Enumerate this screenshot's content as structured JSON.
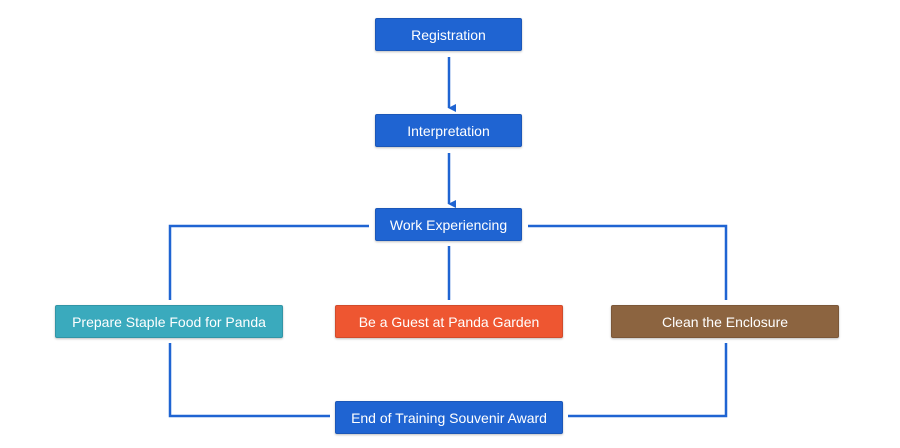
{
  "nodes": {
    "registration": {
      "label": "Registration",
      "color": "#1f64d2"
    },
    "interpretation": {
      "label": "Interpretation",
      "color": "#1f64d2"
    },
    "work_experiencing": {
      "label": "Work Experiencing",
      "color": "#1f64d2"
    },
    "prepare_food": {
      "label": "Prepare Staple Food for Panda",
      "color": "#3aaabd"
    },
    "guest_garden": {
      "label": "Be a Guest at Panda Garden",
      "color": "#ee5631"
    },
    "clean_enclosure": {
      "label": "Clean the Enclosure",
      "color": "#8c6440"
    },
    "souvenir_award": {
      "label": "End of Training Souvenir Award",
      "color": "#1f64d2"
    }
  },
  "edges": [
    {
      "from": "registration",
      "to": "interpretation",
      "arrow": true
    },
    {
      "from": "interpretation",
      "to": "work_experiencing",
      "arrow": true
    },
    {
      "from": "work_experiencing",
      "to": "prepare_food",
      "arrow": false
    },
    {
      "from": "work_experiencing",
      "to": "guest_garden",
      "arrow": false
    },
    {
      "from": "work_experiencing",
      "to": "clean_enclosure",
      "arrow": false
    },
    {
      "from": "prepare_food",
      "to": "souvenir_award",
      "arrow": false
    },
    {
      "from": "clean_enclosure",
      "to": "souvenir_award",
      "arrow": false
    }
  ],
  "edge_color": "#1f64d2"
}
